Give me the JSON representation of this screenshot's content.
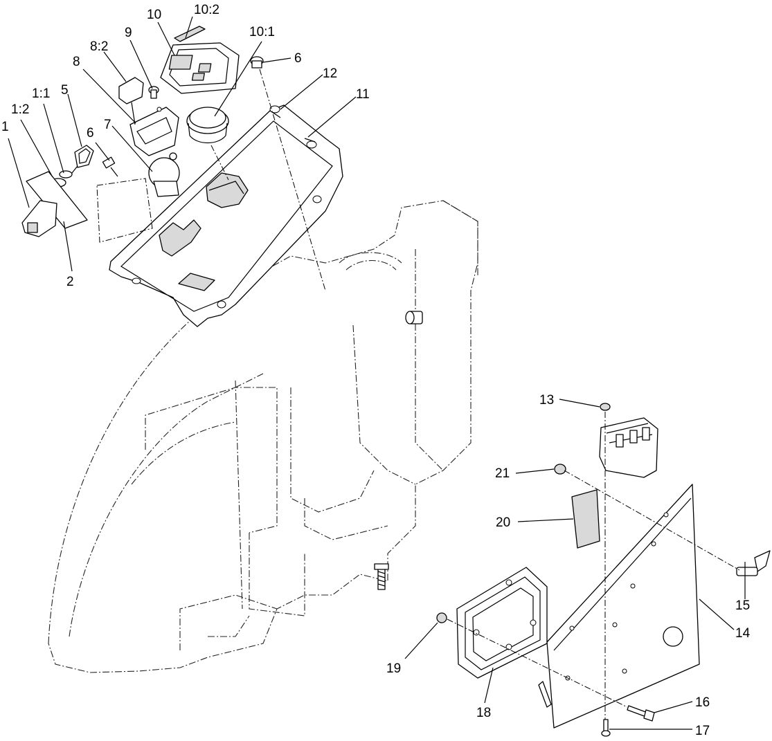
{
  "callouts": {
    "c1": "1",
    "c1_2": "1:2",
    "c1_1": "1:1",
    "c2": "2",
    "c5": "5",
    "c6a": "6",
    "c6b": "6",
    "c7": "7",
    "c8": "8",
    "c8_2": "8:2",
    "c9": "9",
    "c10": "10",
    "c10_2": "10:2",
    "c10_1": "10:1",
    "c11": "11",
    "c12": "12",
    "c13": "13",
    "c14": "14",
    "c15": "15",
    "c16": "16",
    "c17": "17",
    "c18": "18",
    "c19": "19",
    "c20": "20",
    "c21": "21"
  }
}
